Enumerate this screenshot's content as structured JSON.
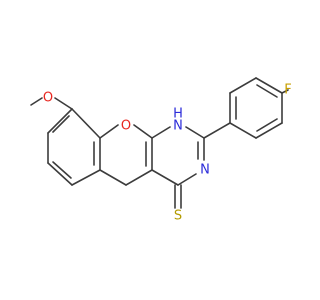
{
  "molecule": {
    "atoms": {
      "methoxy_o": {
        "text": "O",
        "color": "#e8261f"
      },
      "ring_o": {
        "text": "O",
        "color": "#e8261f"
      },
      "nh": {
        "text": "H",
        "color": "#2c2cd9"
      },
      "nh_n": {
        "text": "N",
        "color": "#2c2cd9"
      },
      "n": {
        "text": "N",
        "color": "#2c2cd9"
      },
      "f": {
        "text": "F",
        "color": "#c8a000"
      },
      "s": {
        "text": "S",
        "color": "#b39b00"
      }
    },
    "bond_color": "#3c3c3c"
  }
}
